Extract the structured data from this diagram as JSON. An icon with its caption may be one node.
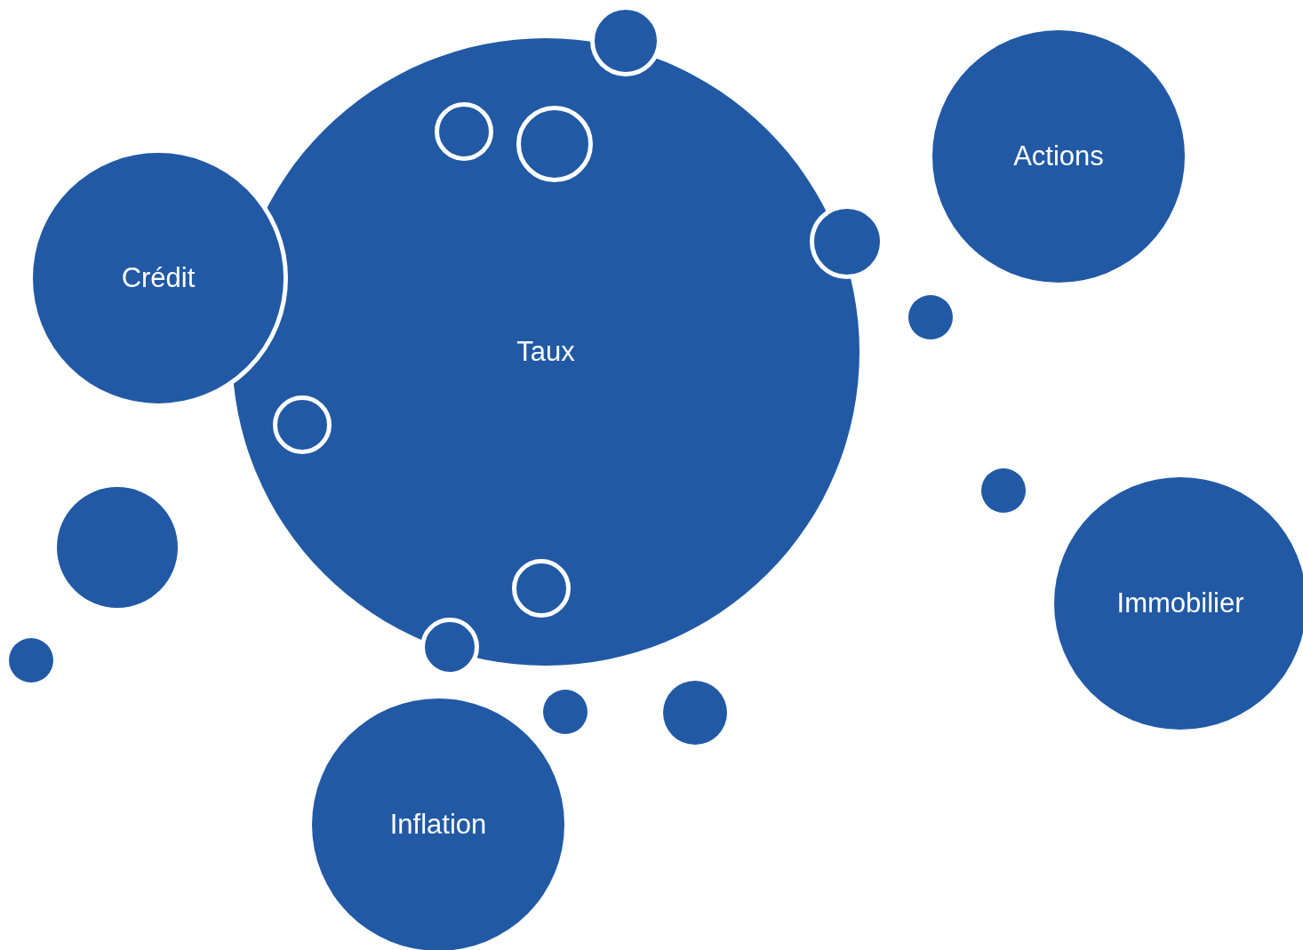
{
  "diagram": {
    "nodes": [
      {
        "text": [
          "Taux"
        ]
      },
      {
        "text": [],
        "shape": "circle",
        "in": 0
      },
      {
        "text": [],
        "shape": "circle",
        "in": 0
      },
      {
        "text": [],
        "shape": "circle",
        "in": 0
      },
      {
        "text": [],
        "shape": "circle",
        "in": 0
      },
      {
        "text": [],
        "shape": "circle"
      },
      {
        "text": [
          "Actions"
        ]
      },
      {
        "text": [
          "Crédit"
        ]
      },
      {
        "text": [],
        "shape": "circle"
      },
      {
        "text": [],
        "shape": "circle"
      },
      {
        "text": [],
        "shape": "circle"
      },
      {
        "text": [],
        "shape": "circle"
      },
      {
        "text": [
          "Immobilier"
        ]
      },
      {
        "text": [],
        "shape": "circle"
      },
      {
        "text": [],
        "shape": "circle"
      },
      {
        "text": [],
        "shape": "circle"
      },
      {
        "text": [],
        "shape": "circle"
      },
      {
        "text": [
          "Inflation"
        ]
      }
    ]
  }
}
